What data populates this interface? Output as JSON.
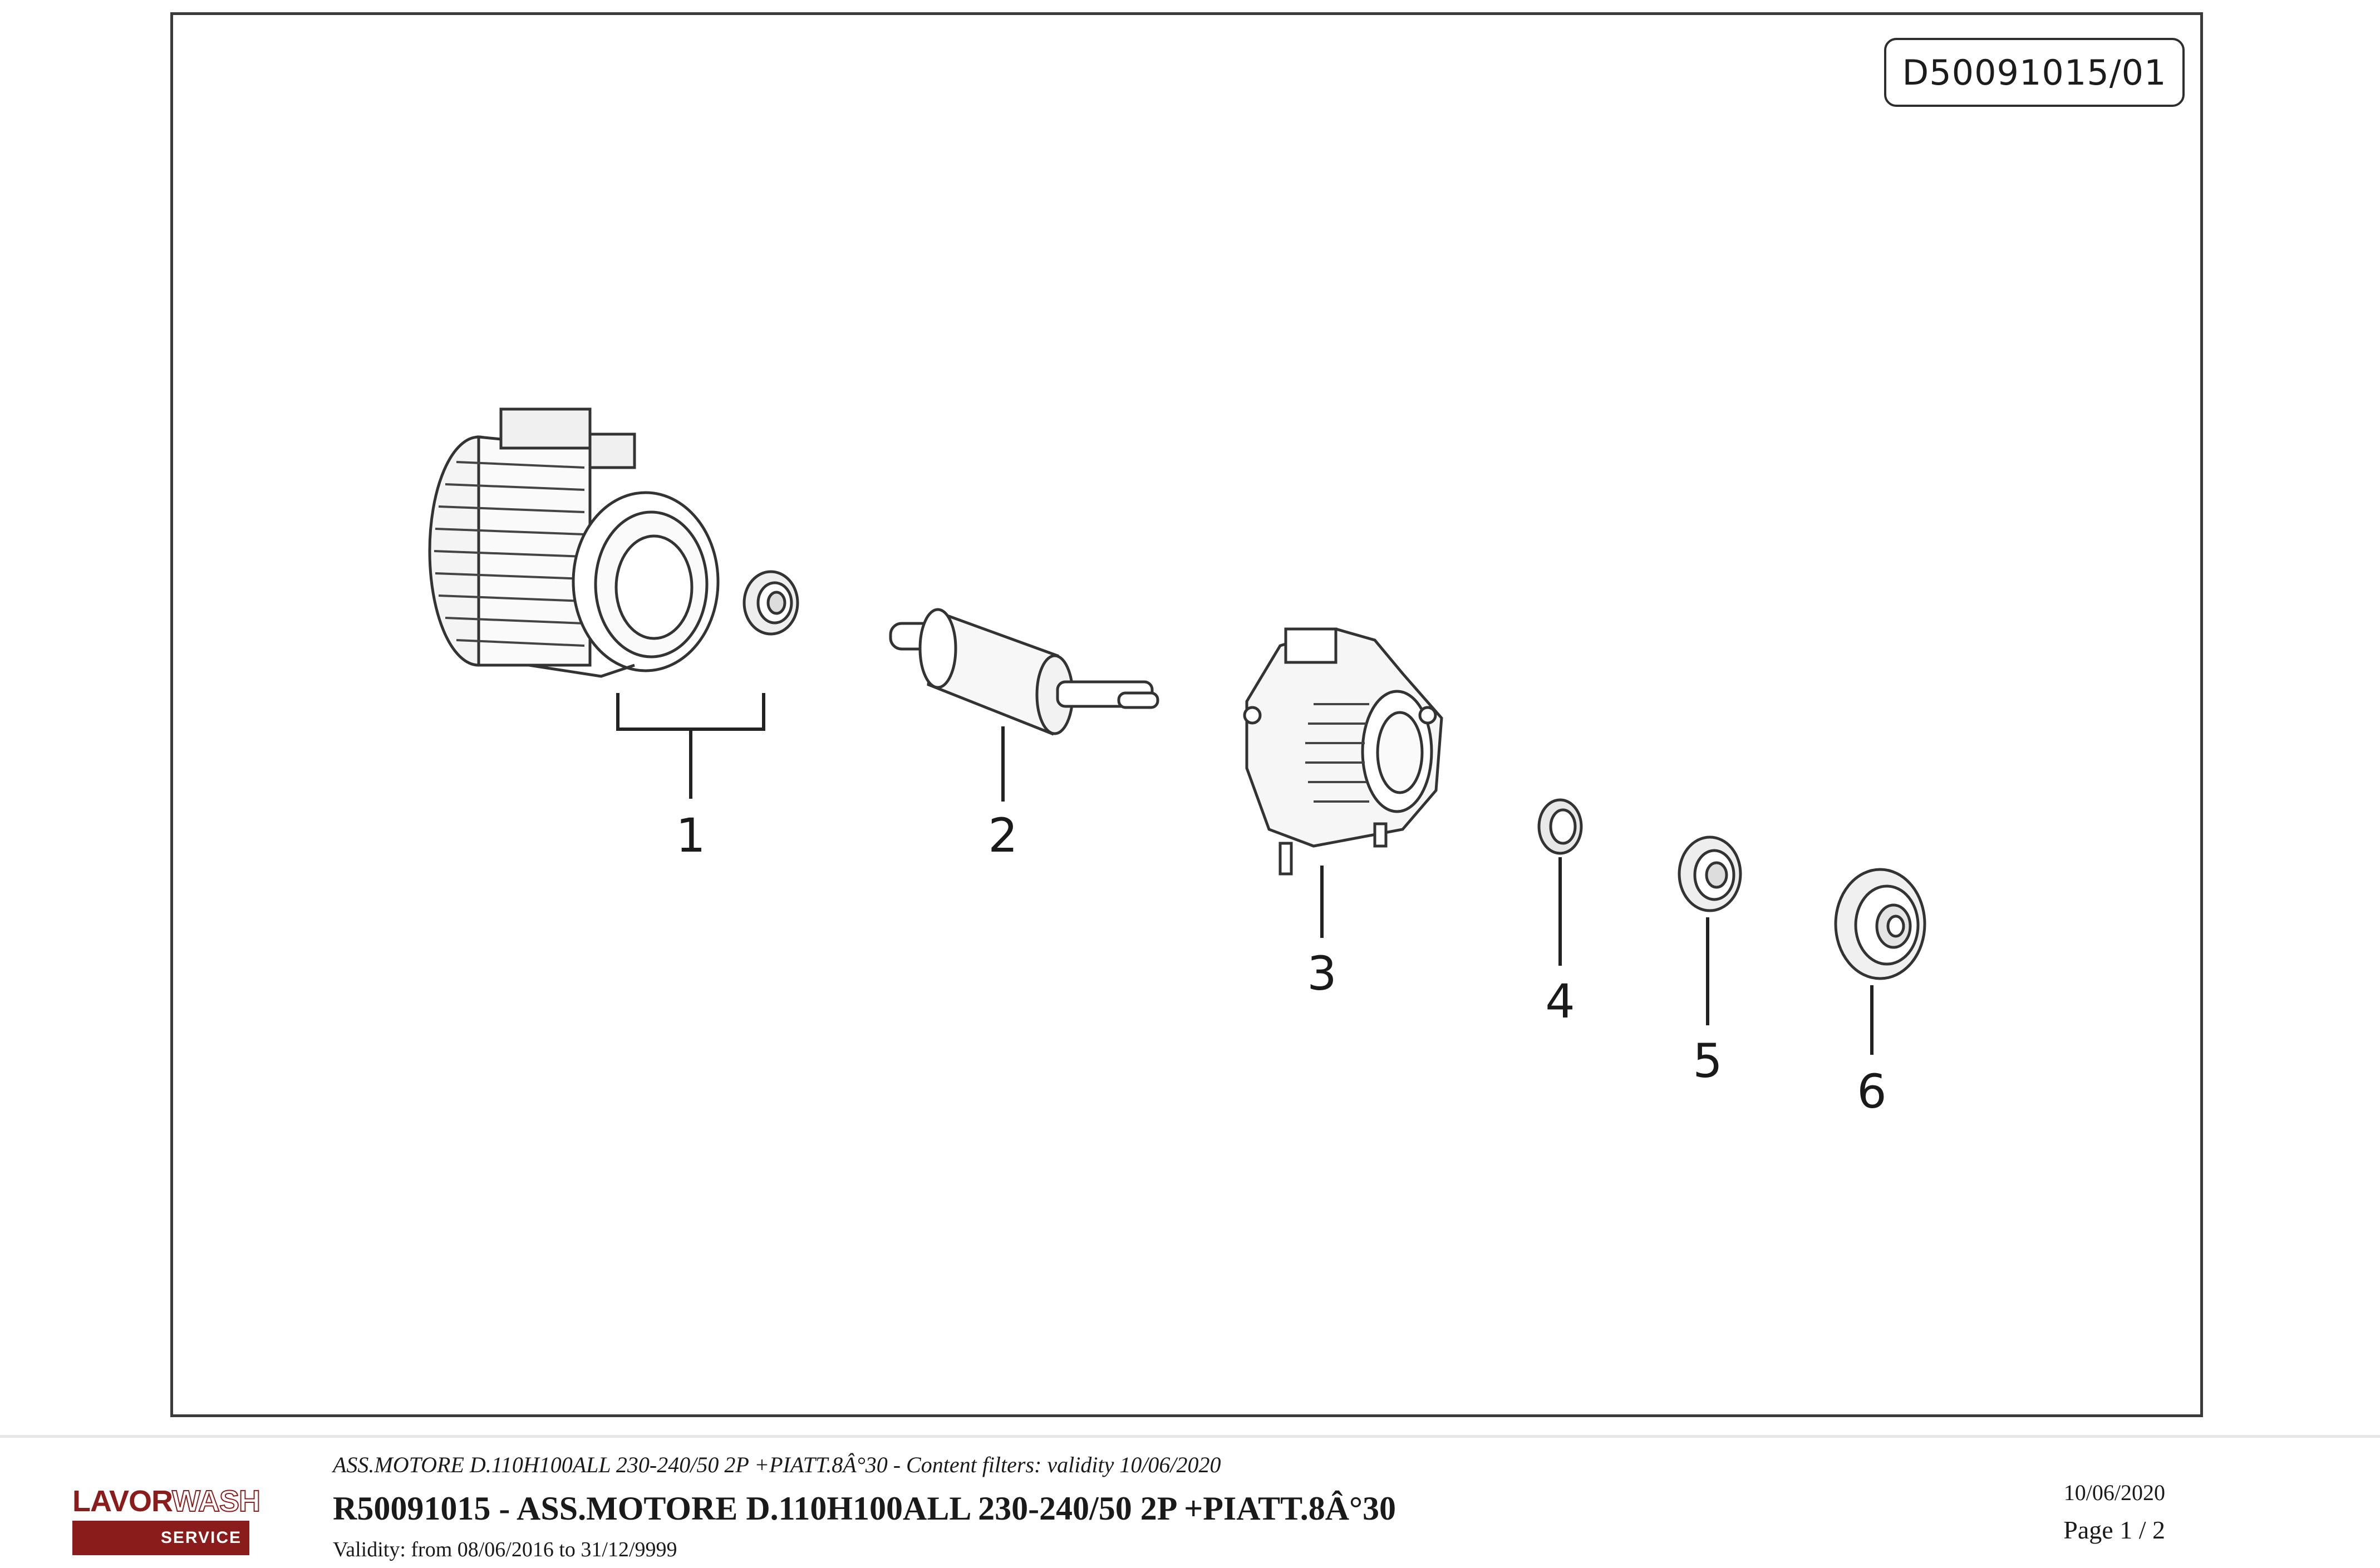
{
  "drawing": {
    "code": "D50091015/01",
    "callouts": [
      "1",
      "2",
      "3",
      "4",
      "5",
      "6"
    ]
  },
  "footer": {
    "logo": {
      "brand_left": "LAVOR",
      "brand_right": "WASH",
      "band": "SERVICE"
    },
    "subtitle": "ASS.MOTORE D.110H100ALL 230-240/50 2P +PIATT.8Â°30 - Content filters: validity 10/06/2020",
    "title": "R50091015 - ASS.MOTORE D.110H100ALL 230-240/50 2P +PIATT.8Â°30",
    "validity": "Validity: from 08/06/2016 to 31/12/9999",
    "date": "10/06/2020",
    "page": "Page 1 / 2"
  }
}
